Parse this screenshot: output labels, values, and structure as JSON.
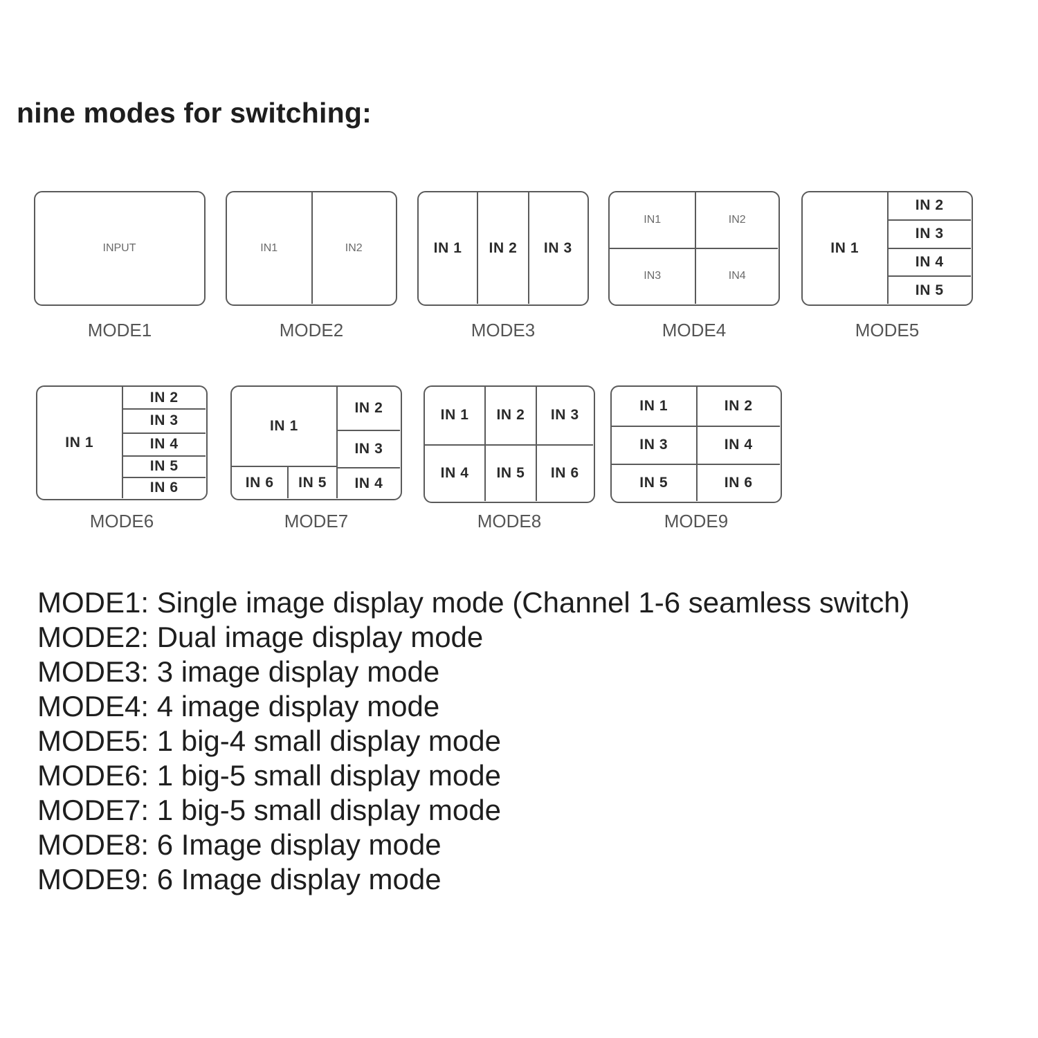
{
  "title": "nine modes for switching:",
  "modes": [
    {
      "caption": "MODE1",
      "cells": [
        {
          "label": "INPUT",
          "style": "light"
        }
      ]
    },
    {
      "caption": "MODE2",
      "cells": [
        {
          "label": "IN1",
          "style": "light"
        },
        {
          "label": "IN2",
          "style": "light"
        }
      ]
    },
    {
      "caption": "MODE3",
      "cells": [
        {
          "label": "IN 1",
          "style": "bold"
        },
        {
          "label": "IN 2",
          "style": "bold"
        },
        {
          "label": "IN 3",
          "style": "bold"
        }
      ]
    },
    {
      "caption": "MODE4",
      "cells": [
        {
          "label": "IN1",
          "style": "light"
        },
        {
          "label": "IN2",
          "style": "light"
        },
        {
          "label": "IN3",
          "style": "light"
        },
        {
          "label": "IN4",
          "style": "light"
        }
      ]
    },
    {
      "caption": "MODE5",
      "cells": [
        {
          "label": "IN 1",
          "style": "bold"
        },
        {
          "label": "IN 2",
          "style": "bold"
        },
        {
          "label": "IN 3",
          "style": "bold"
        },
        {
          "label": "IN 4",
          "style": "bold"
        },
        {
          "label": "IN 5",
          "style": "bold"
        }
      ]
    },
    {
      "caption": "MODE6",
      "cells": [
        {
          "label": "IN 1",
          "style": "bold"
        },
        {
          "label": "IN 2",
          "style": "bold"
        },
        {
          "label": "IN 3",
          "style": "bold"
        },
        {
          "label": "IN 4",
          "style": "bold"
        },
        {
          "label": "IN 5",
          "style": "bold"
        },
        {
          "label": "IN 6",
          "style": "bold"
        }
      ]
    },
    {
      "caption": "MODE7",
      "cells": [
        {
          "label": "IN 1",
          "style": "bold"
        },
        {
          "label": "IN 2",
          "style": "bold"
        },
        {
          "label": "IN 3",
          "style": "bold"
        },
        {
          "label": "IN 6",
          "style": "bold"
        },
        {
          "label": "IN 5",
          "style": "bold"
        },
        {
          "label": "IN 4",
          "style": "bold"
        }
      ]
    },
    {
      "caption": "MODE8",
      "cells": [
        {
          "label": "IN 1",
          "style": "bold"
        },
        {
          "label": "IN 2",
          "style": "bold"
        },
        {
          "label": "IN 3",
          "style": "bold"
        },
        {
          "label": "IN 4",
          "style": "bold"
        },
        {
          "label": "IN 5",
          "style": "bold"
        },
        {
          "label": "IN 6",
          "style": "bold"
        }
      ]
    },
    {
      "caption": "MODE9",
      "cells": [
        {
          "label": "IN 1",
          "style": "bold"
        },
        {
          "label": "IN 2",
          "style": "bold"
        },
        {
          "label": "IN 3",
          "style": "bold"
        },
        {
          "label": "IN 4",
          "style": "bold"
        },
        {
          "label": "IN 5",
          "style": "bold"
        },
        {
          "label": "IN 6",
          "style": "bold"
        }
      ]
    }
  ],
  "descriptions": [
    "MODE1: Single image display mode (Channel 1-6 seamless switch)",
    "MODE2: Dual image display mode",
    "MODE3: 3 image display mode",
    "MODE4: 4 image display mode",
    "MODE5: 1 big-4 small display mode",
    "MODE6: 1 big-5 small display mode",
    "MODE7: 1 big-5 small display mode",
    "MODE8: 6 Image display mode",
    "MODE9: 6 Image display mode"
  ],
  "colors": {
    "border": "#5a5a5a",
    "text": "#1e1e1e",
    "caption": "#555555"
  }
}
